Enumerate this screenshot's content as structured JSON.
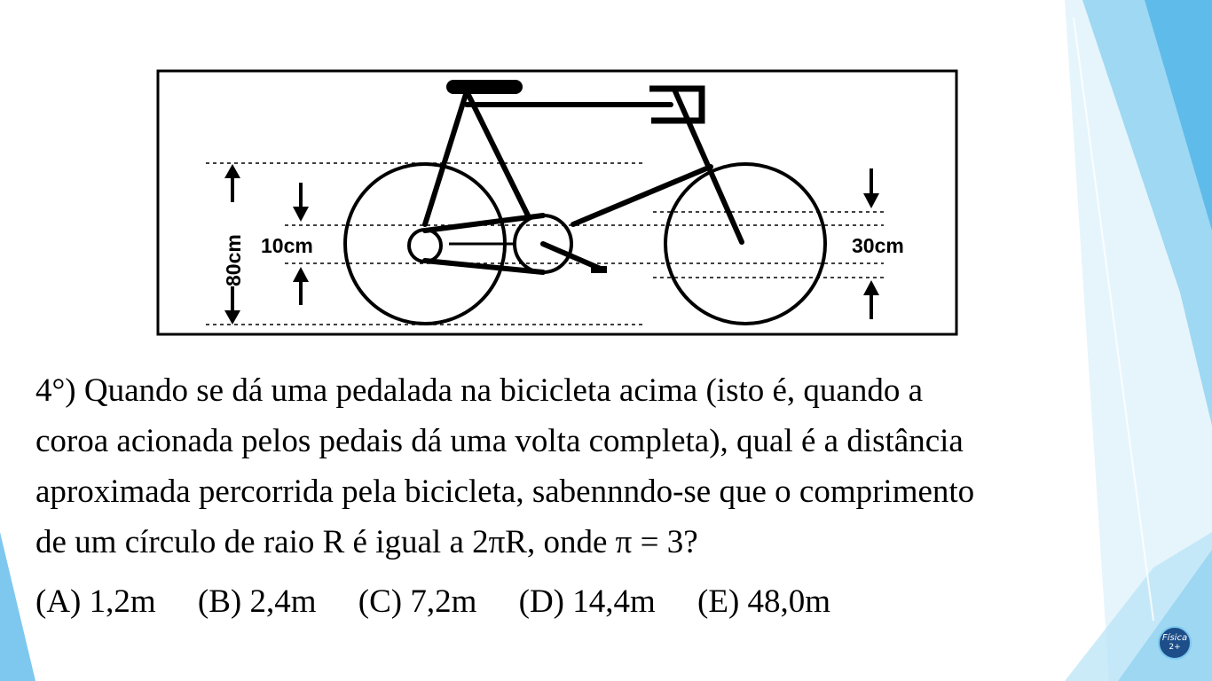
{
  "figure": {
    "label_total": "80cm",
    "label_crown": "10cm",
    "label_wheel": "30cm"
  },
  "question": {
    "lines": [
      "4°) Quando se dá uma pedalada na bicicleta acima (isto é, quando a",
      "coroa acionada pelos pedais dá uma volta completa), qual é a distância",
      "aproximada percorrida pela bicicleta, sabennndo-se que o comprimento",
      "de um círculo de raio R é igual a 2πR, onde π = 3?"
    ]
  },
  "options": [
    "(A) 1,2m",
    "(B) 2,4m",
    "(C) 7,2m",
    "(D) 14,4m",
    "(E) 48,0m"
  ],
  "logo": {
    "line1": "Física",
    "line2": "2+"
  },
  "colors": {
    "accent_light": "#cdebf8",
    "accent_mid": "#7ec8ef",
    "accent_dark": "#3fa9e3"
  }
}
